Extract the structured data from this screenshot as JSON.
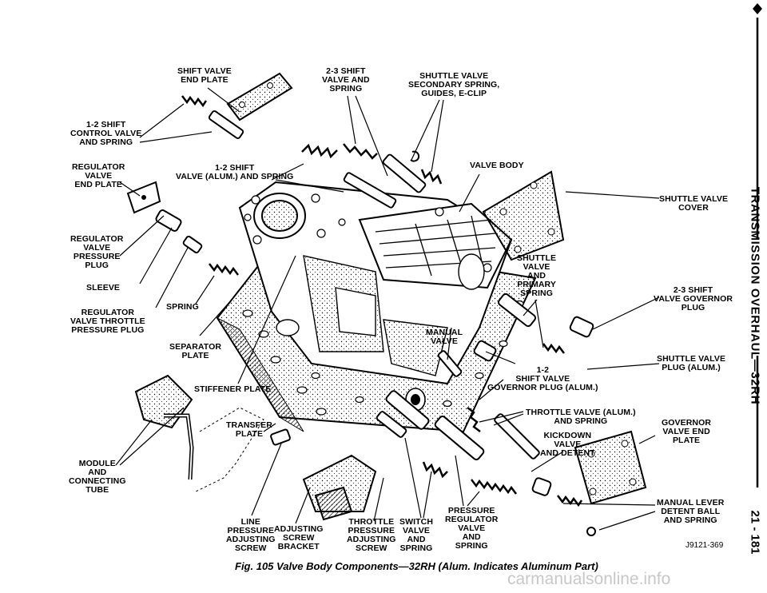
{
  "labels": {
    "shift_valve_end_plate": "SHIFT VALVE\nEND PLATE",
    "shift_23_valve_spring": "2-3 SHIFT\nVALVE AND\nSPRING",
    "shuttle_secondary_spring": "SHUTTLE VALVE\nSECONDARY SPRING,\nGUIDES, E-CLIP",
    "control_valve_12": "1-2 SHIFT\nCONTROL VALVE\nAND SPRING",
    "regulator_end_plate": "REGULATOR\nVALVE\nEND PLATE",
    "shift_12_alum": "1-2 SHIFT\nVALVE (ALUM.) AND SPRING",
    "valve_body": "VALVE BODY",
    "shuttle_valve_cover": "SHUTTLE VALVE\nCOVER",
    "regulator_pressure_plug": "REGULATOR\nVALVE\nPRESSURE\nPLUG",
    "sleeve": "SLEEVE",
    "shuttle_primary_spring": "SHUTTLE\nVALVE\nAND\nPRIMARY\nSPRING",
    "governor_plug_23": "2-3 SHIFT\nVALVE GOVERNOR\nPLUG",
    "spring": "SPRING",
    "regulator_throttle_plug": "REGULATOR\nVALVE THROTTLE\nPRESSURE PLUG",
    "manual_valve": "MANUAL\nVALVE",
    "separator_plate": "SEPARATOR\nPLATE",
    "governor_plug_12": "1-2\nSHIFT VALVE\nGOVERNOR PLUG (ALUM.)",
    "shuttle_plug_alum": "SHUTTLE VALVE\nPLUG (ALUM.)",
    "stiffener_plate": "STIFFENER PLATE",
    "throttle_valve_alum": "THROTTLE VALVE (ALUM.)\nAND SPRING",
    "governor_end_plate": "GOVERNOR\nVALVE END\nPLATE",
    "transfer_plate": "TRANSFER\nPLATE",
    "kickdown": "KICKDOWN\nVALVE\nAND DETENT",
    "module_tube": "MODULE\nAND\nCONNECTING\nTUBE",
    "manual_lever_detent": "MANUAL LEVER\nDETENT BALL\nAND SPRING",
    "line_pressure_screw": "LINE\nPRESSURE\nADJUSTING\nSCREW",
    "adjusting_bracket": "ADJUSTING\nSCREW\nBRACKET",
    "throttle_pressure_screw": "THROTTLE\nPRESSURE\nADJUSTING\nSCREW",
    "switch_valve": "SWITCH\nVALVE\nAND\nSPRING",
    "pressure_regulator": "PRESSURE\nREGULATOR\nVALVE\nAND\nSPRING"
  },
  "figure_code": "J9121-369",
  "caption": "Fig. 105 Valve Body Components—32RH (Alum. Indicates Aluminum Part)",
  "side_title": "TRANSMISSION OVERHAUL—32RH",
  "page_number": "21 - 181",
  "watermark": "carmanualsonline.info"
}
